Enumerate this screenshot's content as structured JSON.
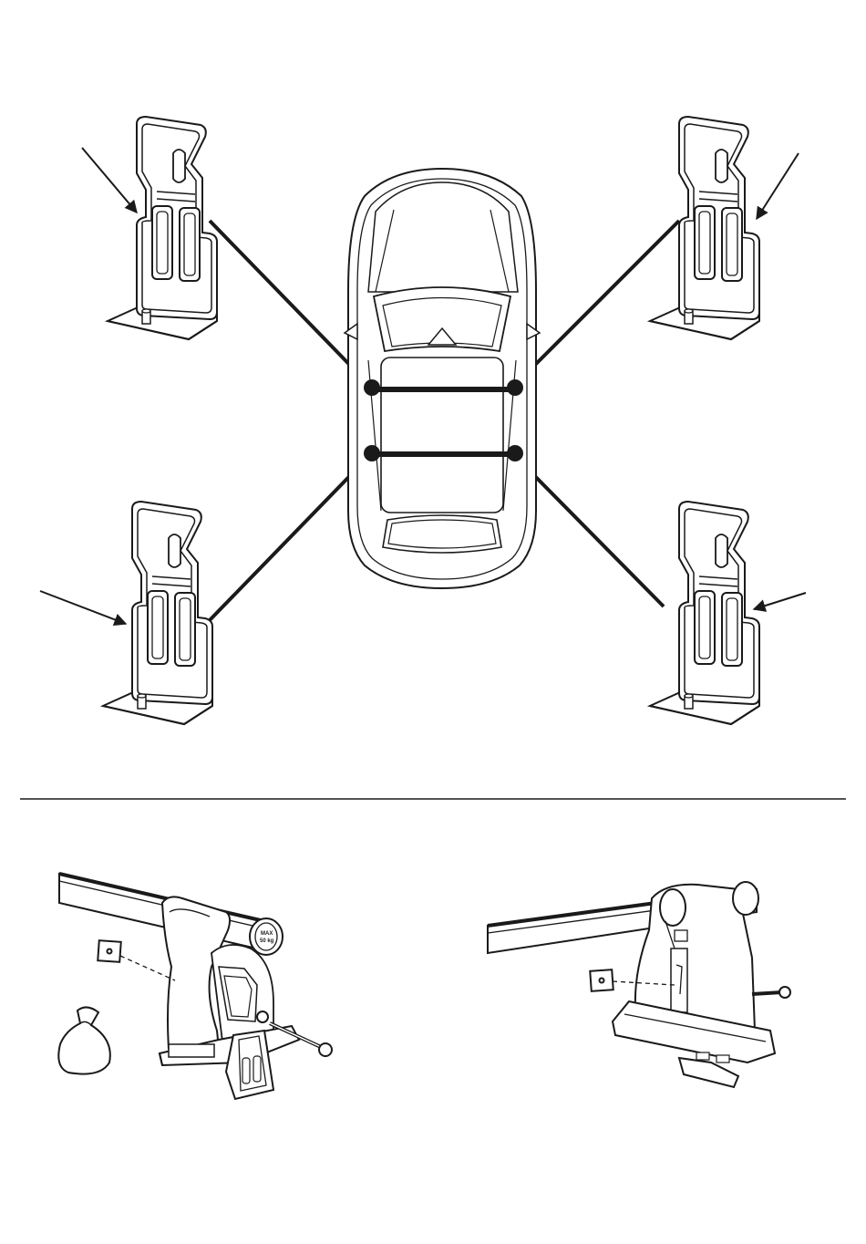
{
  "labels": {
    "max_load_line1": "MAX",
    "max_load_line2": "50 kg"
  },
  "colors": {
    "ink": "#1a1a1a",
    "paper": "#ffffff",
    "bar_fill": "#d9d9d9"
  },
  "icons": {
    "arrow": "arrow-icon",
    "hardware_bag": "bag-icon"
  },
  "parts": {
    "brackets": [
      "front-left",
      "front-right",
      "rear-left",
      "rear-right"
    ],
    "connection_points": 4
  }
}
